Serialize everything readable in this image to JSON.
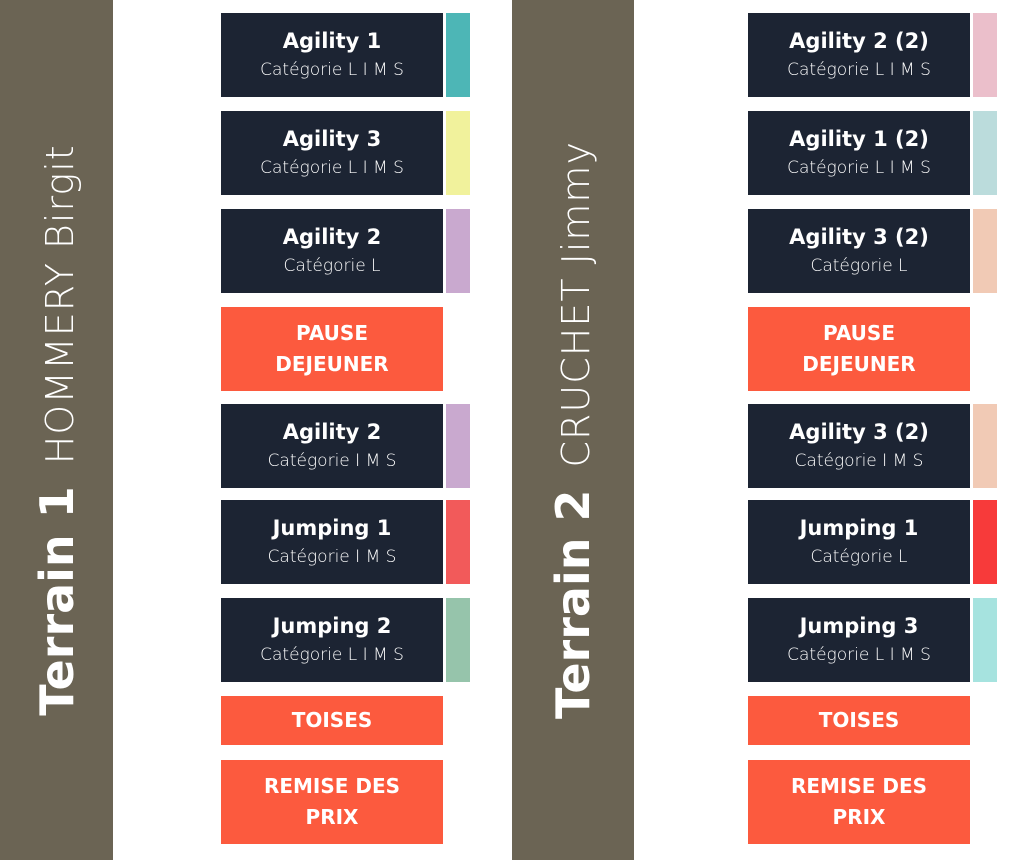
{
  "terrains": [
    {
      "label": "Terrain 1",
      "judge": "HOMMERY Birgit",
      "items": [
        {
          "kind": "event",
          "title": "Agility 1",
          "sub": "Catégorie L I M S",
          "color": "#4db6b6"
        },
        {
          "kind": "event",
          "title": "Agility 3",
          "sub": "Catégorie L I M S",
          "color": "#f1f29c"
        },
        {
          "kind": "event",
          "title": "Agility 2",
          "sub": "Catégorie L",
          "color": "#c9a9cf"
        },
        {
          "kind": "break",
          "title": "PAUSE\nDEJEUNER"
        },
        {
          "kind": "event",
          "title": "Agility 2",
          "sub": "Catégorie I M S",
          "color": "#c9a9cf"
        },
        {
          "kind": "event",
          "title": "Jumping 1",
          "sub": "Catégorie I M S",
          "color": "#f25a5a"
        },
        {
          "kind": "event",
          "title": "Jumping 2",
          "sub": "Catégorie L I M S",
          "color": "#96c4ab"
        },
        {
          "kind": "break",
          "title": "TOISES"
        },
        {
          "kind": "break",
          "title": "REMISE DES\nPRIX"
        }
      ]
    },
    {
      "label": "Terrain 2",
      "judge": "CRUCHET Jimmy",
      "items": [
        {
          "kind": "event",
          "title": "Agility 2 (2)",
          "sub": "Catégorie L I M S",
          "color": "#ebbfcb"
        },
        {
          "kind": "event",
          "title": "Agility 1 (2)",
          "sub": "Catégorie L I M S",
          "color": "#bbdcdc"
        },
        {
          "kind": "event",
          "title": "Agility 3 (2)",
          "sub": "Catégorie L",
          "color": "#f1cab5"
        },
        {
          "kind": "break",
          "title": "PAUSE\nDEJEUNER"
        },
        {
          "kind": "event",
          "title": "Agility 3 (2)",
          "sub": "Catégorie I M S",
          "color": "#f1cab5"
        },
        {
          "kind": "event",
          "title": "Jumping 1",
          "sub": "Catégorie L",
          "color": "#f73a3a"
        },
        {
          "kind": "event",
          "title": "Jumping 3",
          "sub": "Catégorie L I M S",
          "color": "#a6e3df"
        },
        {
          "kind": "break",
          "title": "TOISES"
        },
        {
          "kind": "break",
          "title": "REMISE DES\nPRIX"
        }
      ]
    }
  ]
}
